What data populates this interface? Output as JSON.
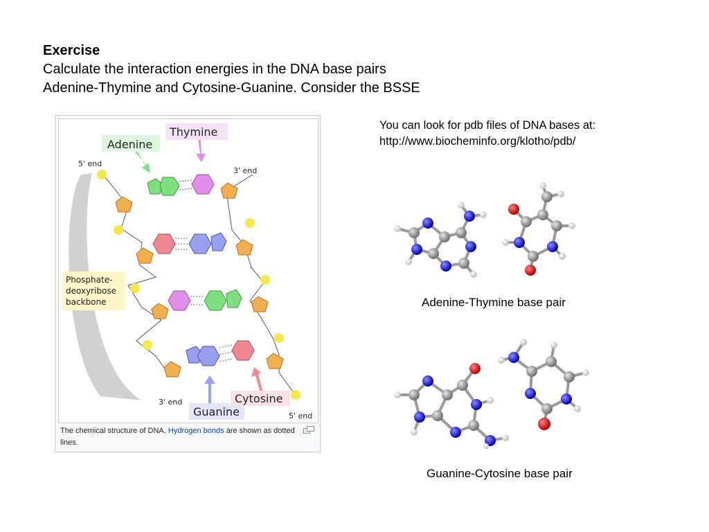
{
  "heading": {
    "title": "Exercise",
    "line1": "Calculate the interaction energies in the DNA base pairs",
    "line2": "Adenine-Thymine and Cytosine-Guanine. Consider the BSSE"
  },
  "reference": {
    "line1": "You can look for pdb files of DNA bases at:",
    "line2": "http://www.biocheminfo.org/klotho/pdb/"
  },
  "figure": {
    "labels": {
      "adenine": "Adenine",
      "thymine": "Thymine",
      "guanine": "Guanine",
      "cytosine": "Cytosine",
      "five_end_top": "5' end",
      "three_end_top": "3' end",
      "three_end_bottom": "3' end",
      "five_end_bottom": "5' end",
      "backbone_1": "Phosphate-",
      "backbone_2": "deoxyribose",
      "backbone_3": "backbone"
    },
    "caption_pre": "The chemical structure of DNA.",
    "caption_link": "Hydrogen bonds",
    "caption_post": "are shown as dotted lines."
  },
  "models": {
    "at_label": "Adenine-Thymine base pair",
    "gc_label": "Guanine-Cytosine base pair"
  },
  "colors": {
    "adenine": "#7fe07f",
    "thymine": "#e08fe8",
    "guanine": "#9aa0f0",
    "cytosine": "#f08a92",
    "sugar": "#f2b050",
    "phosphate": "#f5e84a",
    "link": "#0645ad"
  }
}
